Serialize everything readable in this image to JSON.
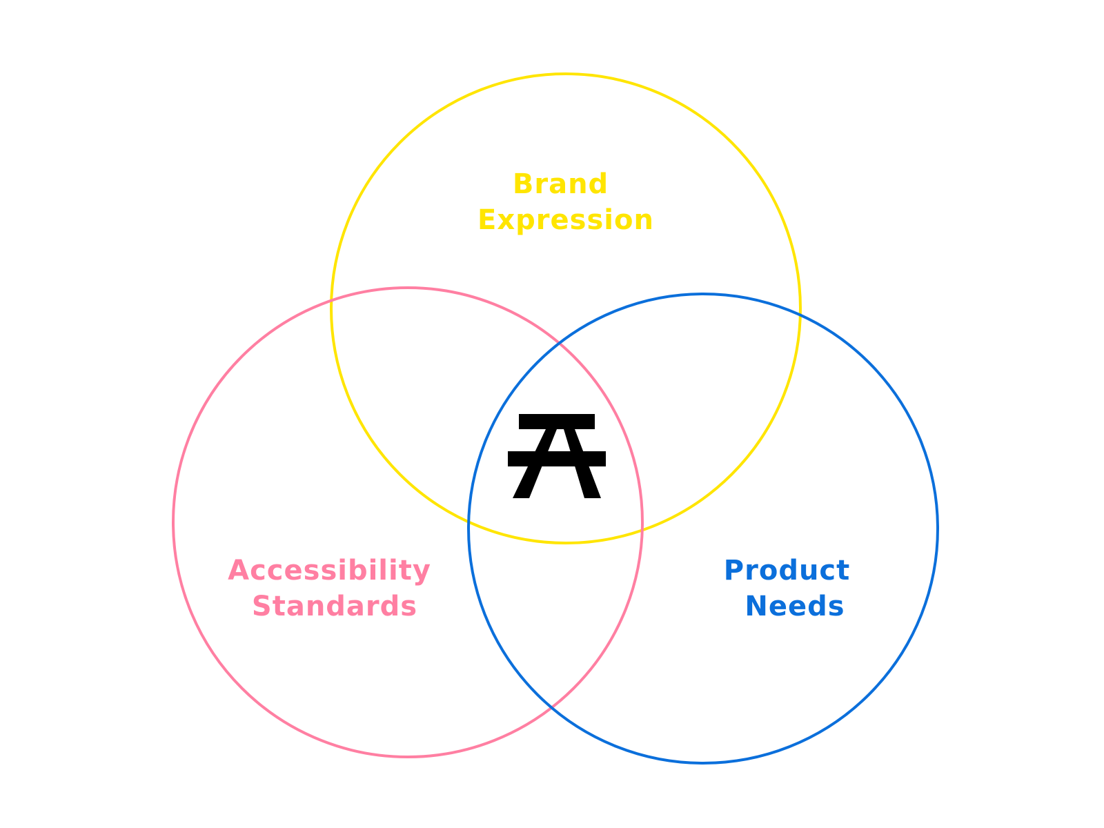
{
  "diagram": {
    "type": "venn",
    "sets": [
      {
        "id": "brand",
        "lines": [
          "Brand",
          "Expression"
        ],
        "color": "#FFE500"
      },
      {
        "id": "accessibility",
        "lines": [
          "Accessibility",
          "Standards"
        ],
        "color": "#FF7FA2"
      },
      {
        "id": "product",
        "lines": [
          "Product",
          "Needs"
        ],
        "color": "#0B6FDB"
      }
    ],
    "center_icon": "picnic-table-icon",
    "center_icon_color": "#000000",
    "background": "#FFFFFF"
  }
}
